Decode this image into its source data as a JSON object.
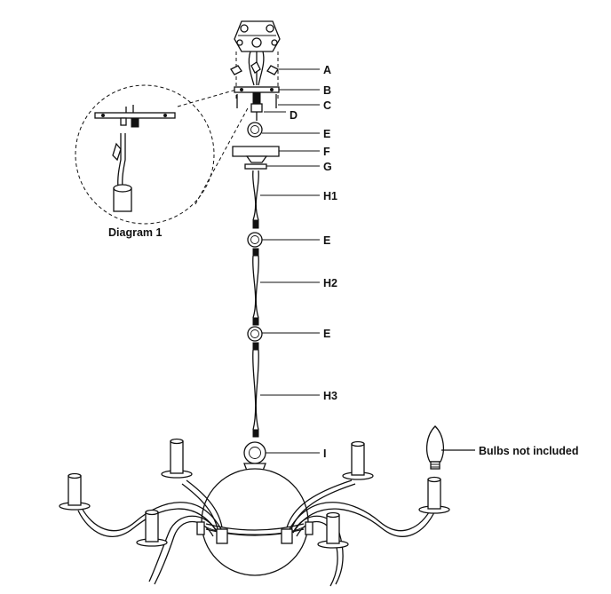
{
  "labels": {
    "a": "A",
    "b": "B",
    "c": "C",
    "d": "D",
    "e1": "E",
    "f": "F",
    "g": "G",
    "h1": "H1",
    "e2": "E",
    "h2": "H2",
    "e3": "E",
    "h3": "H3",
    "i": "I"
  },
  "diagram_caption": "Diagram 1",
  "bulb_note": "Bulbs not included"
}
